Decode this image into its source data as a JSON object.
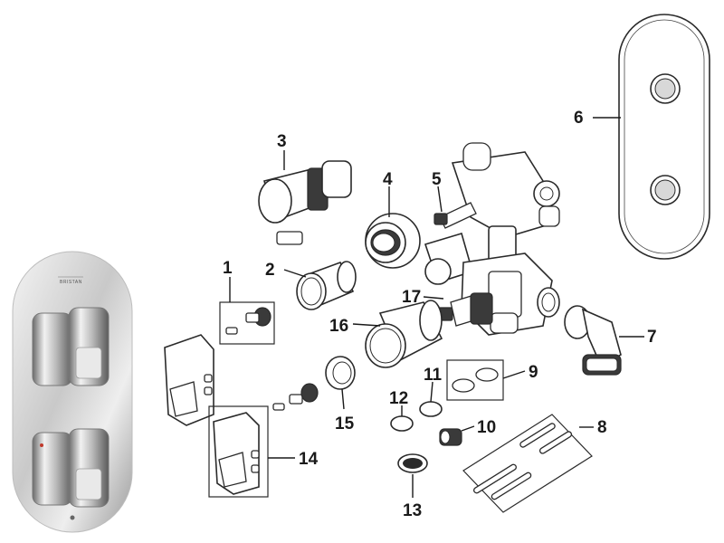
{
  "diagram": {
    "product_brand": "BRISTAN",
    "callouts": [
      "1",
      "2",
      "3",
      "4",
      "5",
      "6",
      "7",
      "8",
      "9",
      "10",
      "11",
      "12",
      "13",
      "14",
      "15",
      "16",
      "17"
    ]
  }
}
